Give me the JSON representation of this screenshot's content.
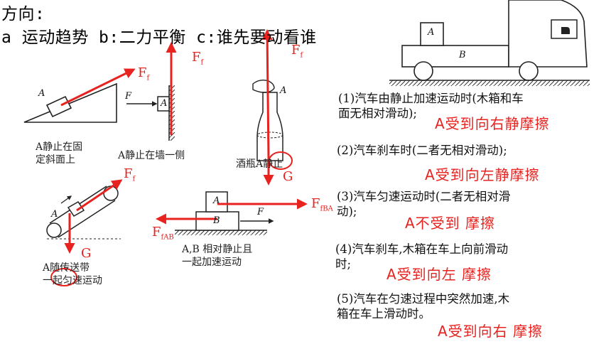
{
  "header": {
    "line1": "方向:",
    "line2": "a  运动趋势 b:二力平衡 c:谁先要动看谁"
  },
  "force_labels": {
    "incline": {
      "main": "F",
      "sub": "f"
    },
    "wall": {
      "main": "F",
      "sub": "f"
    },
    "bottle": {
      "main": "F",
      "sub": "f"
    },
    "bottle_gravity": "G",
    "conveyor": {
      "main": "F",
      "sub": "f"
    },
    "conveyor_gravity": "G",
    "stack_top": {
      "main": "F",
      "sub": "fBA"
    },
    "stack_bottom": {
      "main": "F",
      "sub": "fAB"
    }
  },
  "diagram_labels": {
    "incline_block": "A",
    "wall_block": "A",
    "wall_force": "F",
    "bottle_label": "A",
    "conveyor_block": "A",
    "stack_top_block": "A",
    "stack_bottom_block": "B",
    "stack_force": "F",
    "truck_box": "A",
    "truck_body": "B"
  },
  "captions": {
    "incline": [
      "A静止在固",
      "定斜面上"
    ],
    "wall": "A静止在墙一侧",
    "bottle": "酒瓶A静止",
    "conveyor": [
      "A随传送带",
      "一起匀速运动"
    ],
    "stack": [
      "A,B 相对静止且",
      "一起加速运动"
    ]
  },
  "questions": [
    {
      "text": [
        "(1)汽车由静止加速运动时(木箱和车",
        "面无相对滑动);"
      ],
      "answer": "A受到向右静摩擦"
    },
    {
      "text": [
        "(2)汽车刹车时(二者无相对滑动);"
      ],
      "answer": "A受到向左静摩擦"
    },
    {
      "text": [
        "(3)汽车匀速运动时(二者无相对滑",
        "动);"
      ],
      "answer": "A不受到 摩擦"
    },
    {
      "text": [
        " (4)汽车刹车,木箱在车上向前滑动",
        "时;"
      ],
      "answer": "A受到向左 摩擦"
    },
    {
      "text": [
        "(5)汽车在匀速过程中突然加速,木",
        "箱在车上滑动时。"
      ],
      "answer": "A受到向右 摩擦"
    }
  ],
  "colors": {
    "force": "#e8221f",
    "ink": "#222222"
  }
}
